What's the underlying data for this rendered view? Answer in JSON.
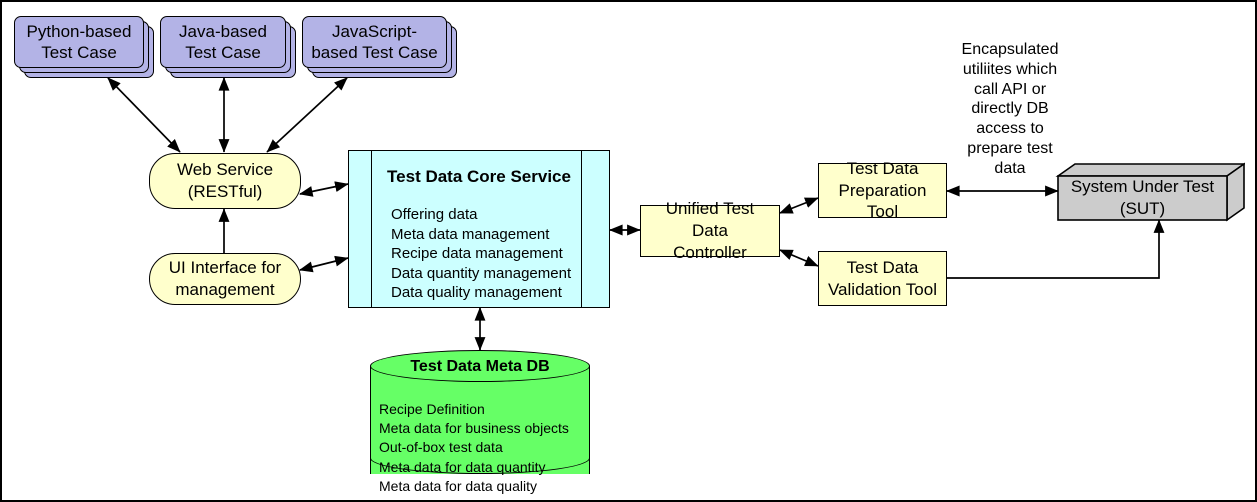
{
  "diagram": {
    "title": "Test Data Core Service Architecture",
    "colors": {
      "test_case_fill": "#b3b3e6",
      "service_fill": "#ffffcc",
      "core_fill": "#ccffff",
      "database_fill": "#66ff66",
      "sut_fill": "#cccccc",
      "stroke": "#000000",
      "background": "#ffffff"
    },
    "test_cases": [
      {
        "line1": "Python-based",
        "line2": "Test Case"
      },
      {
        "line1": "Java-based",
        "line2": "Test Case"
      },
      {
        "line1": "JavaScript-",
        "line2": "based Test Case"
      }
    ],
    "interfaces": [
      {
        "line1": "Web Service",
        "line2": "(RESTful)"
      },
      {
        "line1": "UI Interface for",
        "line2": "management"
      }
    ],
    "core_service": {
      "title": "Test Data Core Service",
      "features": [
        "Offering data",
        "Meta data management",
        "Recipe data management",
        "Data quantity management",
        "Data quality management"
      ]
    },
    "database": {
      "title": "Test Data Meta DB",
      "items": [
        "Recipe Definition",
        "Meta data for business objects",
        "Out-of-box test data",
        "Meta data for data quantity",
        "Meta data for data quality"
      ]
    },
    "controller": {
      "line1": "Unified Test Data",
      "line2": "Controller"
    },
    "tools": [
      {
        "line1": "Test Data",
        "line2": "Preparation Tool"
      },
      {
        "line1": "Test Data",
        "line2": "Validation Tool"
      }
    ],
    "sut": {
      "line1": "System Under Test",
      "line2": "(SUT)"
    },
    "annotation": {
      "lines": [
        "Encapsulated",
        "utiliites which",
        "call API or",
        "directly DB",
        "access to",
        "prepare test",
        "data"
      ]
    }
  }
}
